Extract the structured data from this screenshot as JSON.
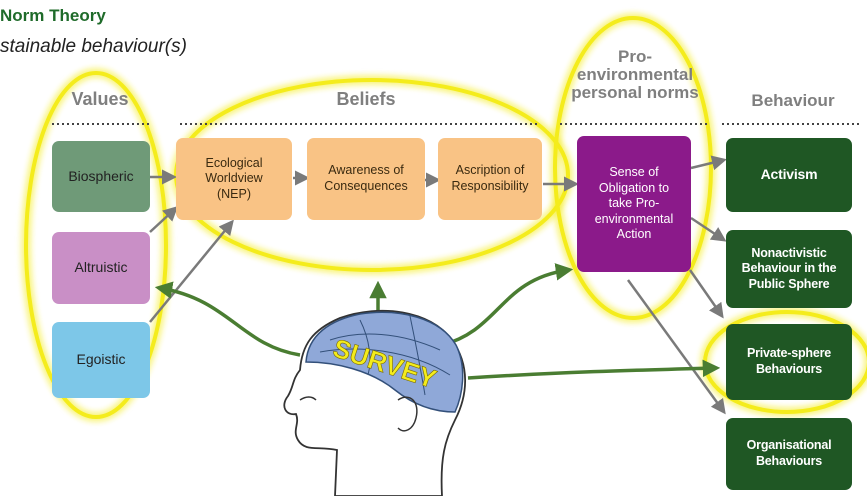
{
  "header": {
    "title": "Norm Theory",
    "subtitle": "stainable behaviour(s)"
  },
  "columns": {
    "values": "Values",
    "beliefs": "Beliefs",
    "norms_line1": "Pro-",
    "norms_line2": "environmental",
    "norms_line3": "personal norms",
    "behaviour": "Behaviour"
  },
  "values": [
    {
      "label": "Biospheric",
      "color": "#6f9a78"
    },
    {
      "label": "Altruistic",
      "color": "#c98fc6"
    },
    {
      "label": "Egoistic",
      "color": "#7dc7e8"
    }
  ],
  "beliefs": [
    {
      "line1": "Ecological",
      "line2": "Worldview",
      "line3": "(NEP)"
    },
    {
      "line1": "Awareness of",
      "line2": "Consequences"
    },
    {
      "line1": "Ascription of",
      "line2": "Responsibility"
    }
  ],
  "norm": {
    "line1": "Sense of",
    "line2": "Obligation to",
    "line3": "take Pro-",
    "line4": "environmental",
    "line5": "Action"
  },
  "behaviours": [
    {
      "line1": "Activism"
    },
    {
      "line1": "Nonactivistic",
      "line2": "Behaviour in the",
      "line3": "Public Sphere"
    },
    {
      "line1": "Private-sphere",
      "line2": "Behaviours"
    },
    {
      "line1": "Organisational",
      "line2": "Behaviours"
    }
  ],
  "head": {
    "survey_text": "SURVEY"
  },
  "colors": {
    "highlight": "#f4ec1c",
    "arrow_gray": "#7a7a7a",
    "arrow_green": "#4a7d32",
    "beliefs_fill": "#f9c385",
    "norm_fill": "#8b1a8a",
    "behaviour_fill": "#1f5724"
  }
}
